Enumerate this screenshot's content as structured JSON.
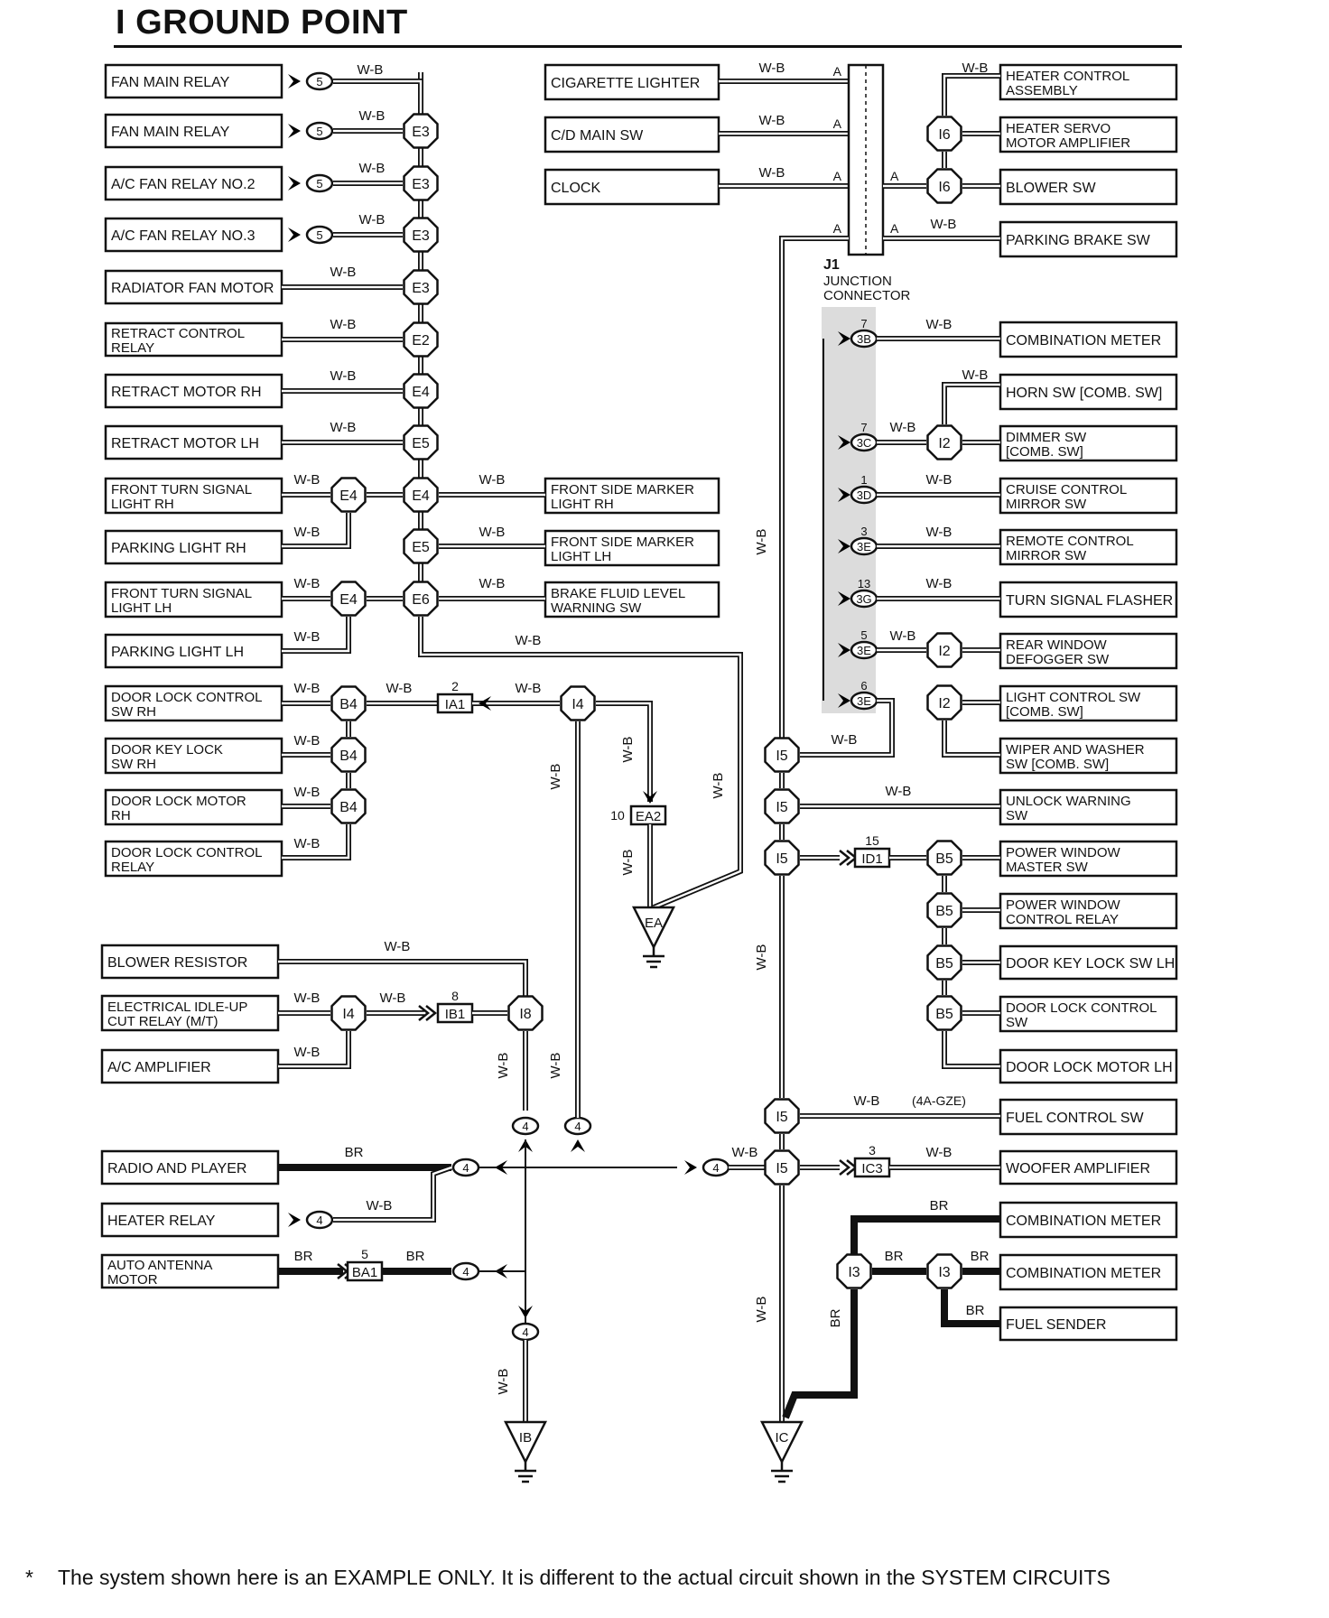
{
  "title": "I GROUND POINT",
  "footnote": {
    "marker": "*",
    "text": "The system shown here is an EXAMPLE ONLY. It is different to the actual circuit shown in the SYSTEM CIRCUITS"
  },
  "wire_colors": [
    "W-B",
    "BR"
  ],
  "components": {
    "left": [
      [
        "FAN MAIN RELAY"
      ],
      [
        "FAN MAIN RELAY"
      ],
      [
        "A/C FAN RELAY NO.2"
      ],
      [
        "A/C FAN RELAY NO.3"
      ],
      [
        "RADIATOR FAN MOTOR"
      ],
      [
        "RETRACT CONTROL",
        "RELAY"
      ],
      [
        "RETRACT MOTOR RH"
      ],
      [
        "RETRACT MOTOR LH"
      ],
      [
        "FRONT TURN SIGNAL",
        "LIGHT RH"
      ],
      [
        "PARKING LIGHT RH"
      ],
      [
        "FRONT TURN SIGNAL",
        "LIGHT LH"
      ],
      [
        "PARKING LIGHT LH"
      ],
      [
        "DOOR LOCK CONTROL",
        "SW RH"
      ],
      [
        "DOOR KEY LOCK",
        "SW RH"
      ],
      [
        "DOOR LOCK MOTOR",
        "RH"
      ],
      [
        "DOOR LOCK CONTROL",
        "RELAY"
      ],
      [
        "BLOWER RESISTOR"
      ],
      [
        "ELECTRICAL IDLE-UP",
        "CUT RELAY (M/T)"
      ],
      [
        "A/C AMPLIFIER"
      ],
      [
        "RADIO AND PLAYER"
      ],
      [
        "HEATER RELAY"
      ],
      [
        "AUTO ANTENNA",
        "MOTOR"
      ]
    ],
    "middle": [
      [
        "CIGARETTE LIGHTER"
      ],
      [
        "C/D MAIN SW"
      ],
      [
        "CLOCK"
      ],
      [
        "FRONT SIDE MARKER",
        "LIGHT RH"
      ],
      [
        "FRONT SIDE MARKER",
        "LIGHT LH"
      ],
      [
        "BRAKE FLUID LEVEL",
        "WARNING SW"
      ]
    ],
    "right": [
      [
        "HEATER CONTROL",
        "ASSEMBLY"
      ],
      [
        "HEATER SERVO",
        "MOTOR AMPLIFIER"
      ],
      [
        "BLOWER SW"
      ],
      [
        "PARKING BRAKE SW"
      ],
      [
        "COMBINATION METER"
      ],
      [
        "HORN SW [COMB. SW]"
      ],
      [
        "DIMMER SW",
        "[COMB. SW]"
      ],
      [
        "CRUISE CONTROL",
        "MIRROR SW"
      ],
      [
        "REMOTE CONTROL",
        "MIRROR SW"
      ],
      [
        "TURN SIGNAL FLASHER"
      ],
      [
        "REAR WINDOW",
        "DEFOGGER SW"
      ],
      [
        "LIGHT CONTROL SW",
        "[COMB. SW]"
      ],
      [
        "WIPER AND WASHER",
        "SW [COMB. SW]"
      ],
      [
        "UNLOCK WARNING",
        "SW"
      ],
      [
        "POWER WINDOW",
        "MASTER SW"
      ],
      [
        "POWER WINDOW",
        "CONTROL RELAY"
      ],
      [
        "DOOR KEY LOCK SW LH"
      ],
      [
        "DOOR LOCK CONTROL",
        "SW"
      ],
      [
        "DOOR LOCK MOTOR LH"
      ],
      [
        "FUEL CONTROL SW"
      ],
      [
        "WOOFER AMPLIFIER"
      ],
      [
        "COMBINATION METER"
      ],
      [
        "COMBINATION METER"
      ],
      [
        "FUEL SENDER"
      ]
    ]
  },
  "junction_connector": {
    "id": "J1",
    "name": [
      "JUNCTION",
      "CONNECTOR"
    ],
    "pin_label": "A"
  },
  "connectors": {
    "octagons": [
      "E3",
      "E3",
      "E3",
      "E3",
      "E2",
      "E4",
      "E5",
      "E4",
      "E4",
      "E5",
      "E4",
      "E6",
      "B4",
      "B4",
      "B4",
      "I4",
      "I4",
      "I8",
      "I6",
      "I6",
      "I2",
      "I2",
      "I2",
      "I5",
      "I5",
      "I5",
      "I5",
      "I5",
      "B5",
      "B5",
      "B5",
      "B5",
      "I3",
      "I3"
    ],
    "small_ovals": [
      "5",
      "5",
      "5",
      "5",
      "4",
      "4",
      "4",
      "4",
      "4",
      "4",
      "4",
      "4"
    ],
    "junction_pins": [
      {
        "code": "3B",
        "num": "7"
      },
      {
        "code": "3C",
        "num": "7"
      },
      {
        "code": "3D",
        "num": "1"
      },
      {
        "code": "3E",
        "num": "3"
      },
      {
        "code": "3G",
        "num": "13"
      },
      {
        "code": "3E",
        "num": "5"
      },
      {
        "code": "3E",
        "num": "6"
      }
    ],
    "boxes": [
      {
        "code": "IA1",
        "num": "2"
      },
      {
        "code": "EA2",
        "num": "10"
      },
      {
        "code": "IB1",
        "num": "8"
      },
      {
        "code": "ID1",
        "num": "15"
      },
      {
        "code": "IC3",
        "num": "3"
      },
      {
        "code": "BA1",
        "num": "5"
      }
    ]
  },
  "ground_points": [
    "EA",
    "IB",
    "IC"
  ],
  "notes": [
    "(4A-GZE)"
  ]
}
